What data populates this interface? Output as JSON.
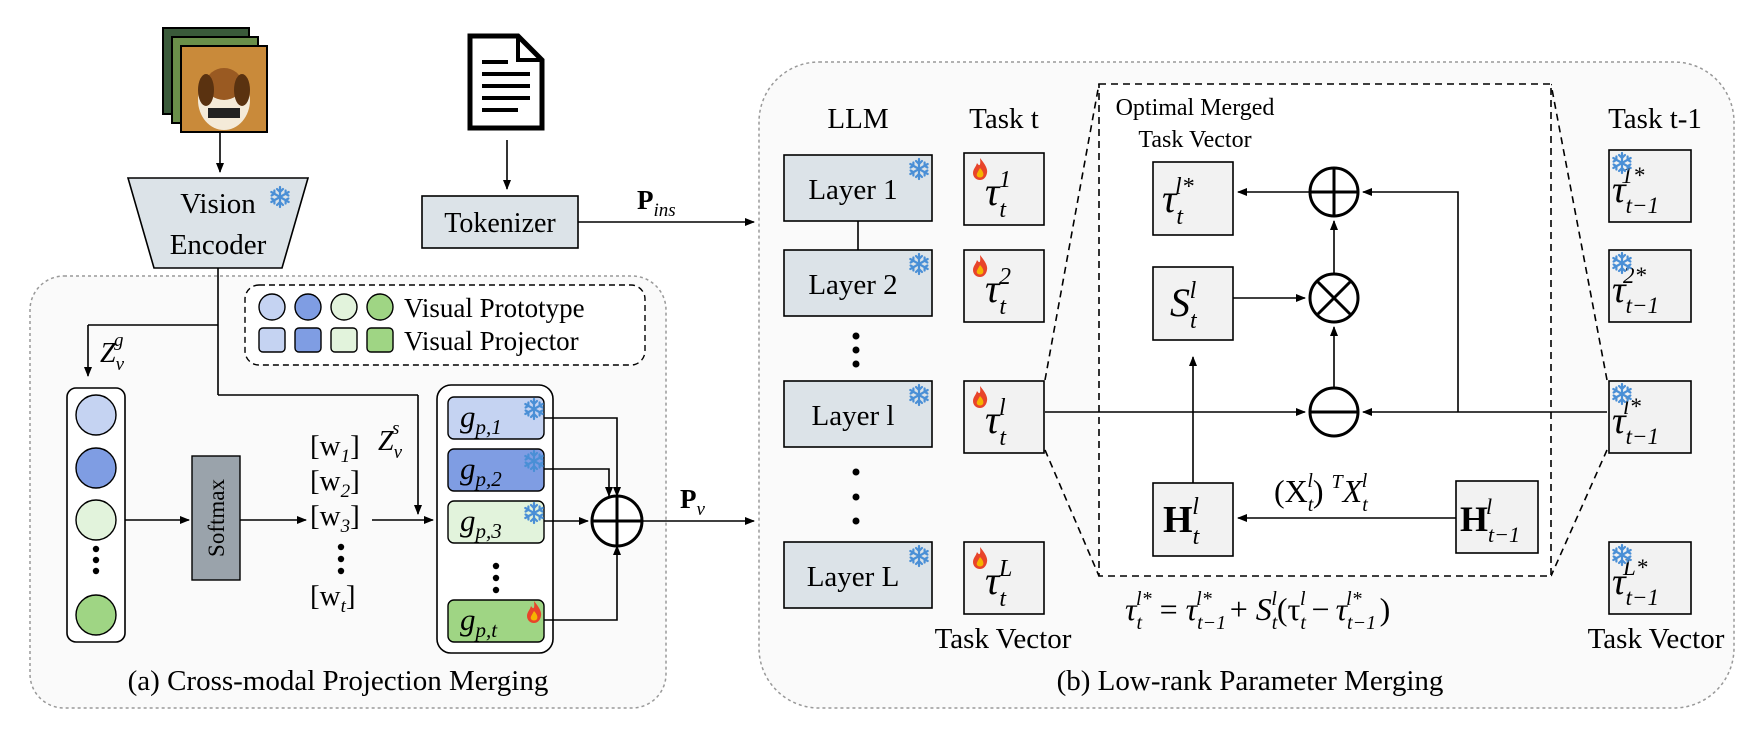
{
  "left_panel": {
    "caption": "(a) Cross-modal Projection Merging",
    "vision_encoder_line1": "Vision",
    "vision_encoder_line2": "Encoder",
    "tokenizer": "Tokenizer",
    "softmax": "Softmax",
    "legend": {
      "prototype": "Visual Prototype",
      "projector": "Visual Projector"
    },
    "weights": [
      "[w",
      "[w",
      "[w",
      "[w"
    ],
    "weight_subs": [
      "1",
      "2",
      "3",
      "t"
    ],
    "projectors": [
      {
        "base": "g",
        "sub": "p,1",
        "color": "#c5d3f2",
        "frozen": true
      },
      {
        "base": "g",
        "sub": "p,2",
        "color": "#7f9de3",
        "frozen": true
      },
      {
        "base": "g",
        "sub": "p,3",
        "color": "#e2f3dc",
        "frozen": true
      },
      {
        "base": "g",
        "sub": "p,t",
        "color": "#9fd584",
        "frozen": false
      }
    ],
    "prototype_colors": [
      "#c5d3f2",
      "#7f9de3",
      "#e2f3dc",
      "#9fd584"
    ],
    "zvg": {
      "base": "Z",
      "sub": "v",
      "sup": "g"
    },
    "zvs": {
      "base": "Z",
      "sub": "v",
      "sup": "s"
    },
    "pins": {
      "base": "P",
      "sub": "ins"
    },
    "pv": {
      "base": "P",
      "sub": "v"
    }
  },
  "right_panel": {
    "caption": "(b) Low-rank Parameter Merging",
    "llm_title": "LLM",
    "task_t_title": "Task t",
    "task_t1_title": "Task t-1",
    "task_vector_left": "Task Vector",
    "task_vector_right": "Task Vector",
    "optimal_title_line1": "Optimal Merged",
    "optimal_title_line2": "Task Vector",
    "layers": [
      "Layer 1",
      "Layer 2",
      "Layer l",
      "Layer L"
    ],
    "task_t_vectors": [
      "1",
      "2",
      "l",
      "L"
    ],
    "task_t1_vectors": [
      "1*",
      "2*",
      "l*",
      "L*"
    ],
    "matrix_label": "(X",
    "formula": "τ_t^{l*} = τ_{t-1}^{l*} + S_t^l(τ_t^l − τ_{t-1}^{l*})"
  },
  "colors": {
    "box_fill": "#dce3e8",
    "vec_fill": "#f2f2f2",
    "panel_fill": "#fafafa",
    "snow": "#4a8fd6",
    "fire": "#e8442a"
  }
}
